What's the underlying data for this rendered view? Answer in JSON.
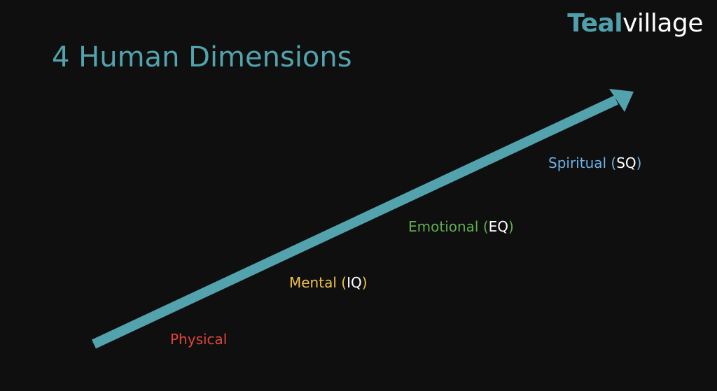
{
  "logo": {
    "part1": "Teal",
    "part2": "village"
  },
  "title": "4 Human Dimensions",
  "colors": {
    "background": "#0f0f0f",
    "teal": "#52a3ad",
    "logo_teal": "#4fa0ab",
    "white": "#ffffff",
    "physical": "#e0463c",
    "mental": "#f2c24b",
    "emotional": "#5fae4e",
    "spiritual": "#6fb1e6"
  },
  "dimensions": [
    {
      "name": "Physical",
      "open": "",
      "abbr": "",
      "close": "",
      "color": "#e0463c"
    },
    {
      "name": "Mental",
      "open": " (",
      "abbr": "IQ",
      "close": ")",
      "color": "#f2c24b"
    },
    {
      "name": "Emotional",
      "open": " (",
      "abbr": "EQ",
      "close": ")",
      "color": "#5fae4e"
    },
    {
      "name": "Spiritual",
      "open": " (",
      "abbr": "SQ",
      "close": ")",
      "color": "#6fb1e6"
    }
  ]
}
